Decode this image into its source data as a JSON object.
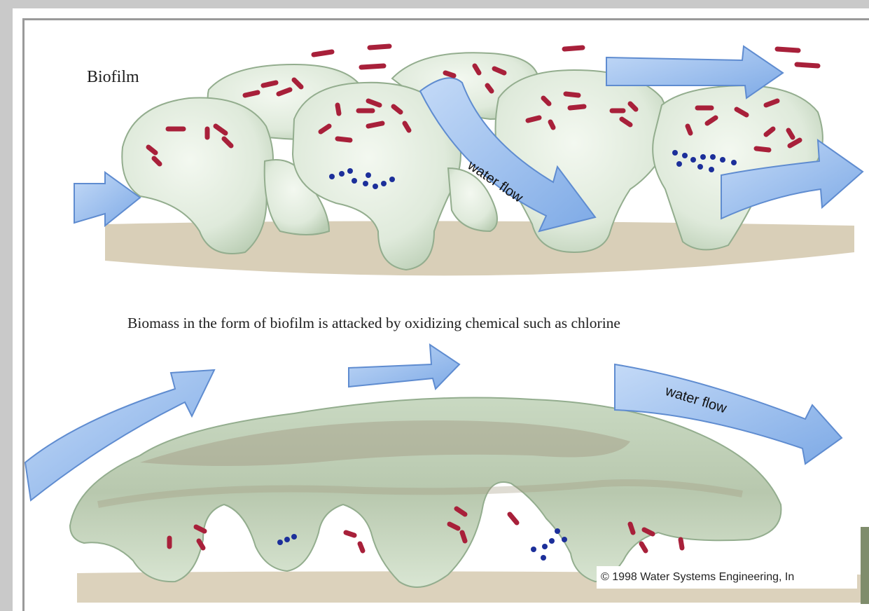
{
  "labels": {
    "biofilm_title": "Biofilm",
    "caption": "Biomass in the form of biofilm is attacked by oxidizing chemical such as chlorine",
    "water_flow_upper": "water flow",
    "water_flow_lower": "water flow",
    "copyright": "© 1998 Water Systems Engineering, In"
  },
  "colors": {
    "frame": "#c9c9c9",
    "biofilm_fill": "#dfeadb",
    "biofilm_stroke": "#93ad8e",
    "bacteria_red": "#a8203a",
    "cocci_blue": "#1c2f9a",
    "arrow_blue": "#9ec0ee",
    "sediment": "#d9cfb8",
    "damaged_biofilm": "#a29a82"
  },
  "icons": {
    "flow_arrow": "arrow-icon",
    "bacterium": "rod-bacterium-icon",
    "coccus": "coccus-icon"
  }
}
